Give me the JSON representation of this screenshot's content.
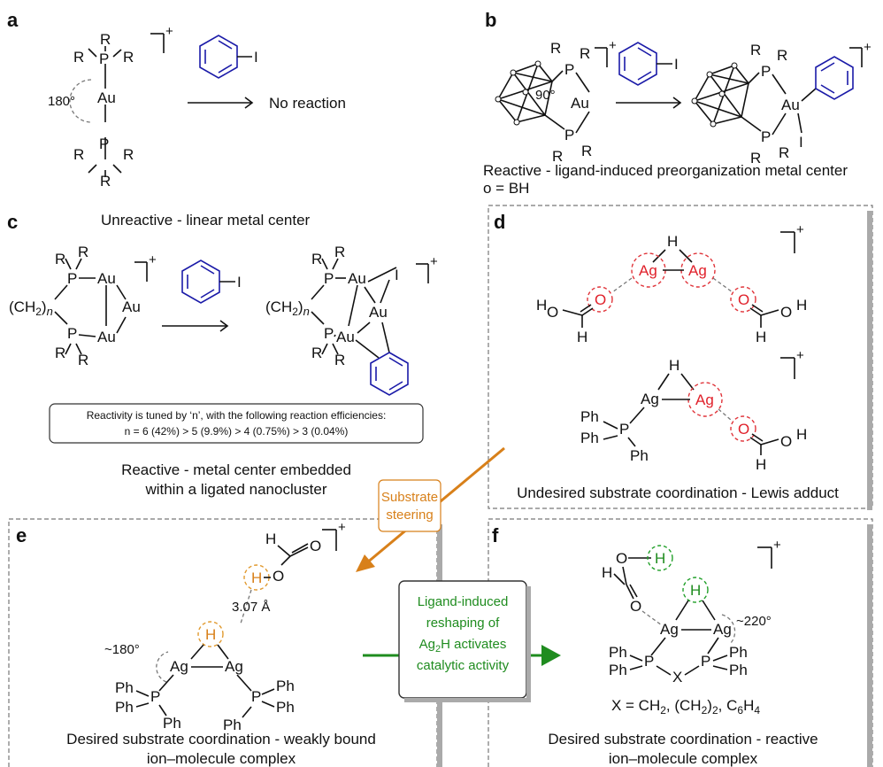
{
  "colors": {
    "red": "#e0202a",
    "orange": "#d8801a",
    "green": "#1f8c1f",
    "blue": "#1a1aa8"
  },
  "panels": {
    "a": {
      "label": "a",
      "caption": "Unreactive - linear metal center",
      "angle": "180°",
      "result": "No reaction",
      "charge": "+"
    },
    "b": {
      "label": "b",
      "caption": "Reactive - ligand-induced preorganization metal center",
      "legend": "o = BH",
      "angle": "90°",
      "charge": "+"
    },
    "c": {
      "label": "c",
      "caption_line1": "Reactive - metal center embedded",
      "caption_line2": "within a ligated nanocluster",
      "note_line1": "Reactivity is tuned by ‘n’, with the following reaction efficiencies:",
      "note_line2": "n = 6 (42%) > 5 (9.9%) > 4 (0.75%) > 3 (0.04%)",
      "chain": "(CH2)n",
      "charge": "+"
    },
    "d": {
      "label": "d",
      "caption": "Undesired substrate coordination - Lewis adduct",
      "charge": "+"
    },
    "e": {
      "label": "e",
      "caption_line1": "Desired substrate coordination - weakly bound",
      "caption_line2": "ion–molecule complex",
      "distance": "3.07 Å",
      "angle": "~180°",
      "charge": "+"
    },
    "f": {
      "label": "f",
      "caption_line1": "Desired substrate coordination - reactive",
      "caption_line2": "ion–molecule complex",
      "x_def": "X = CH2, (CH2)2, C6H4",
      "angle": "~220°",
      "charge": "+"
    }
  },
  "arrows": {
    "steering_line1": "Substrate",
    "steering_line2": "steering",
    "reshape_line1": "Ligand-induced",
    "reshape_line2": "reshaping of",
    "reshape_line3": "Ag2H activates",
    "reshape_line4": "catalytic activity"
  },
  "atoms": {
    "Au": "Au",
    "Ag": "Ag",
    "P": "P",
    "R": "R",
    "I": "I",
    "H": "H",
    "O": "O",
    "Ph": "Ph",
    "X": "X"
  }
}
